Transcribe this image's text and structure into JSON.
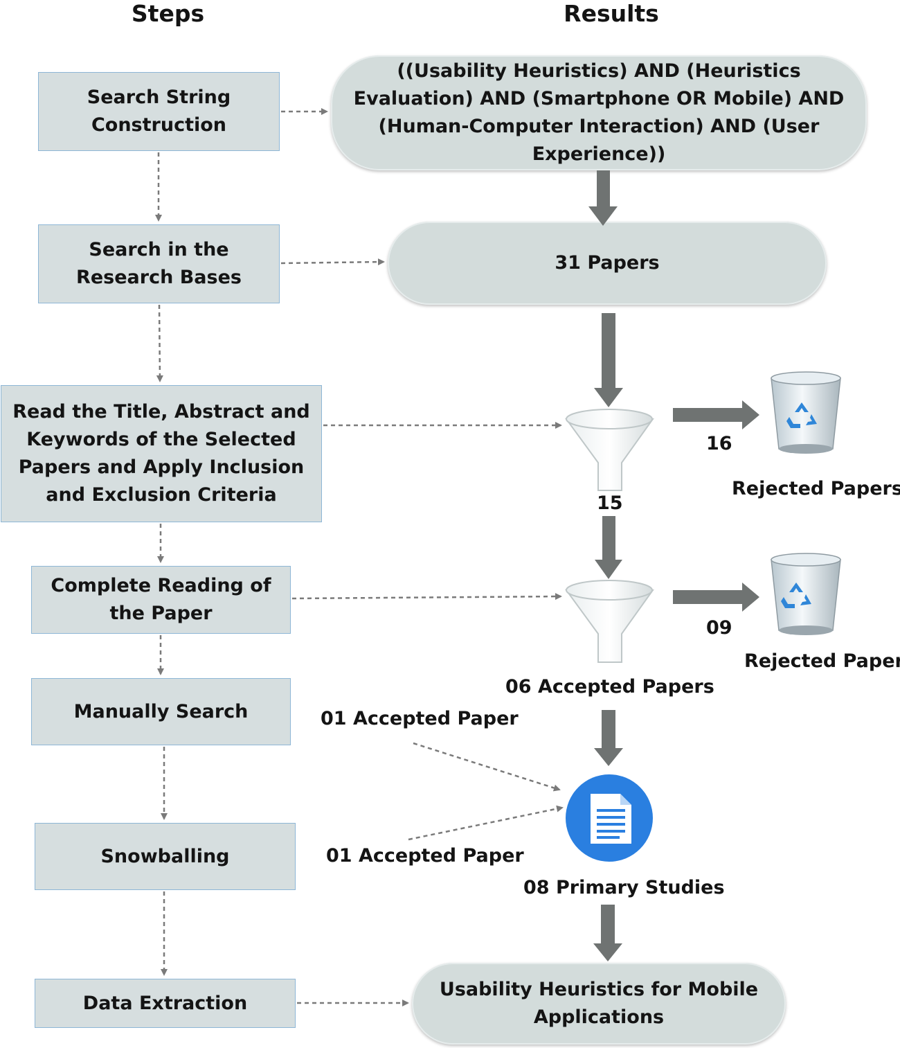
{
  "headers": {
    "steps": "Steps",
    "results": "Results"
  },
  "steps": [
    "Search String Construction",
    "Search in the Research Bases",
    "Read the Title, Abstract and Keywords of the Selected Papers and Apply Inclusion and Exclusion Criteria",
    "Complete Reading of the Paper",
    "Manually Search",
    "Snowballing",
    "Data Extraction"
  ],
  "results": {
    "search_string": "((Usability Heuristics) AND (Heuristics Evaluation) AND (Smartphone OR Mobile) AND (Human-Computer Interaction) AND (User Experience))",
    "papers_found": "31 Papers",
    "after_first_filter": "15",
    "rejected_first_count": "16",
    "rejected_second_count": "09",
    "rejected_label": "Rejected Papers",
    "accepted_after_reading": "06 Accepted Papers",
    "manual_search_accepted": "01 Accepted Paper",
    "snowballing_accepted": "01 Accepted Paper",
    "primary_studies": "08 Primary Studies",
    "final_result": "Usability Heuristics for Mobile Applications"
  },
  "colors": {
    "box_fill": "#d6dedf",
    "box_border": "#8db6d6",
    "pill_fill": "#d3dcdb",
    "arrow": "#6f7372",
    "dashed": "#7a7a7a",
    "document_icon": "#2a7fe0"
  },
  "icons": [
    "funnel-icon",
    "trash-bin-icon",
    "recycle-icon",
    "document-icon"
  ]
}
